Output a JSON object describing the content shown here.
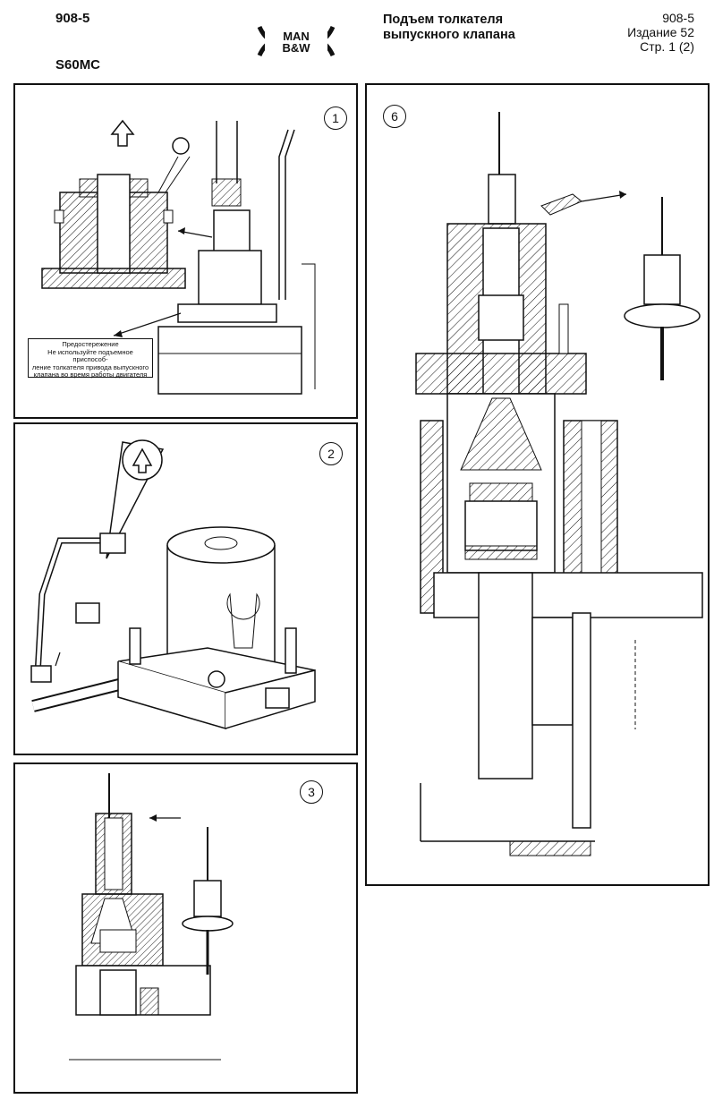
{
  "header": {
    "doc_code": "908-5",
    "engine": "S60MC",
    "title_line1": "Подъем толкателя",
    "title_line2": "выпускного клапана",
    "meta_code": "908-5",
    "edition": "Издание 52",
    "page": "Стр. 1 (2)",
    "logo_top": "MAN",
    "logo_bottom": "B&W"
  },
  "panels": {
    "p1": {
      "number": "1",
      "warning_title": "Предостережение",
      "warning_l1": "Не используйте подъемное приспособ-",
      "warning_l2": "ление толкателя привода выпускного",
      "warning_l3": "клапана во время работы двигателя"
    },
    "p2": {
      "number": "2"
    },
    "p3": {
      "number": "3"
    },
    "p6": {
      "number": "6"
    }
  }
}
